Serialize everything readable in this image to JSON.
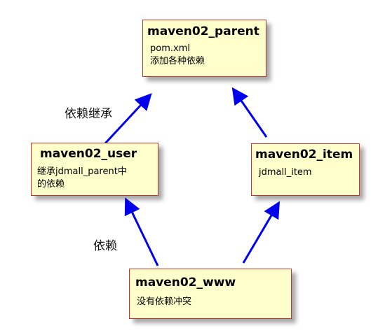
{
  "nodes": {
    "parent": {
      "title": "maven02_parent",
      "lines": [
        "pom.xml",
        "添加各种依赖"
      ]
    },
    "user": {
      "title": "maven02_user",
      "lines": [
        "继承jdmall_parent中",
        "的依赖"
      ]
    },
    "item": {
      "title": "maven02_item",
      "lines": [
        "jdmall_item"
      ]
    },
    "www": {
      "title": "maven02_www",
      "lines": [
        "没有依赖冲突"
      ]
    }
  },
  "labels": {
    "inherit": "依赖继承",
    "depend": "依赖"
  },
  "colors": {
    "box_fill": "#ffffcc",
    "box_border": "#cc3333",
    "arrow": "#0000ee"
  }
}
